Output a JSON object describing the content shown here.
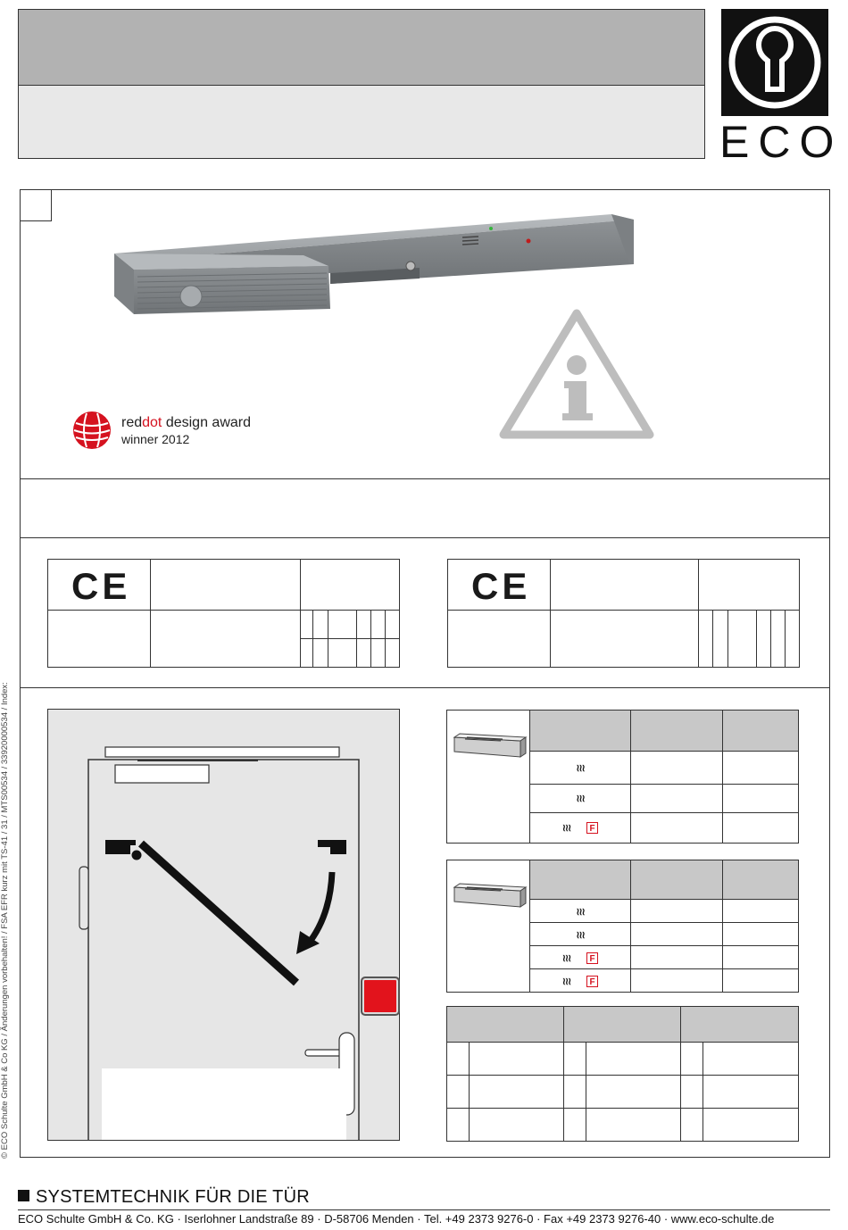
{
  "brand": {
    "name": "ECO",
    "colors": {
      "accent_red": "#d5121f",
      "header_gray": "#b2b2b2",
      "panel_gray": "#e6e6e6"
    }
  },
  "award": {
    "line1_prefix": "red",
    "line1_red": "dot",
    "line1_suffix": " design award",
    "line2": "winner 2012"
  },
  "icons": {
    "warning": "warning-info-icon",
    "ce": "ce-mark-icon",
    "spring": "spring-symbol-icon",
    "fire": "fire-f-icon"
  },
  "footer": {
    "tagline": "SYSTEMTECHNIK FÜR DIE TÜR",
    "address": "ECO Schulte GmbH & Co. KG · Iserlohner Landstraße 89 · D-58706 Menden · Tel. +49 2373 9276-0 · Fax +49 2373 9276-40 · www.eco-schulte.de"
  },
  "sidebar": {
    "copyright": "© ECO Schulte GmbH & Co KG / Änderungen vorbehalten! / FSA EFR kurz mit TS-41 / 31 / MTS00534 / 33920000534 / Index:"
  },
  "ce_marks": {
    "left": "CE",
    "right": "CE"
  }
}
